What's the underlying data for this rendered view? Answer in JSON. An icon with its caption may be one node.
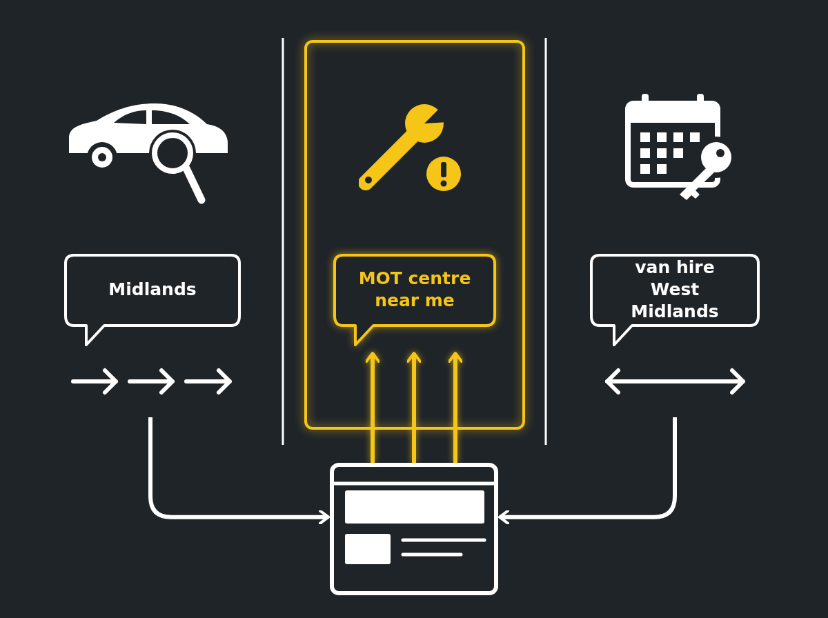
{
  "diagram": {
    "nodes": [
      {
        "text": [
          "Midlands"
        ]
      },
      {
        "text": [],
        "shape": "box"
      },
      {
        "text": [
          "MOT centre near me"
        ],
        "in": 1
      },
      {
        "text": [
          "van hire West Midlands"
        ]
      },
      {
        "text": [],
        "shape": "box"
      }
    ],
    "edges": [
      {
        "from": null,
        "to": 4,
        "arrow": "to",
        "color": "#ffffff"
      },
      {
        "from": null,
        "to": 4,
        "arrow": "to",
        "color": "#ffffff"
      },
      {
        "from": 4,
        "to": 2,
        "arrow": "to"
      },
      {
        "from": 4,
        "to": 2,
        "arrow": "to"
      },
      {
        "from": 4,
        "to": 2,
        "arrow": "to"
      }
    ]
  }
}
